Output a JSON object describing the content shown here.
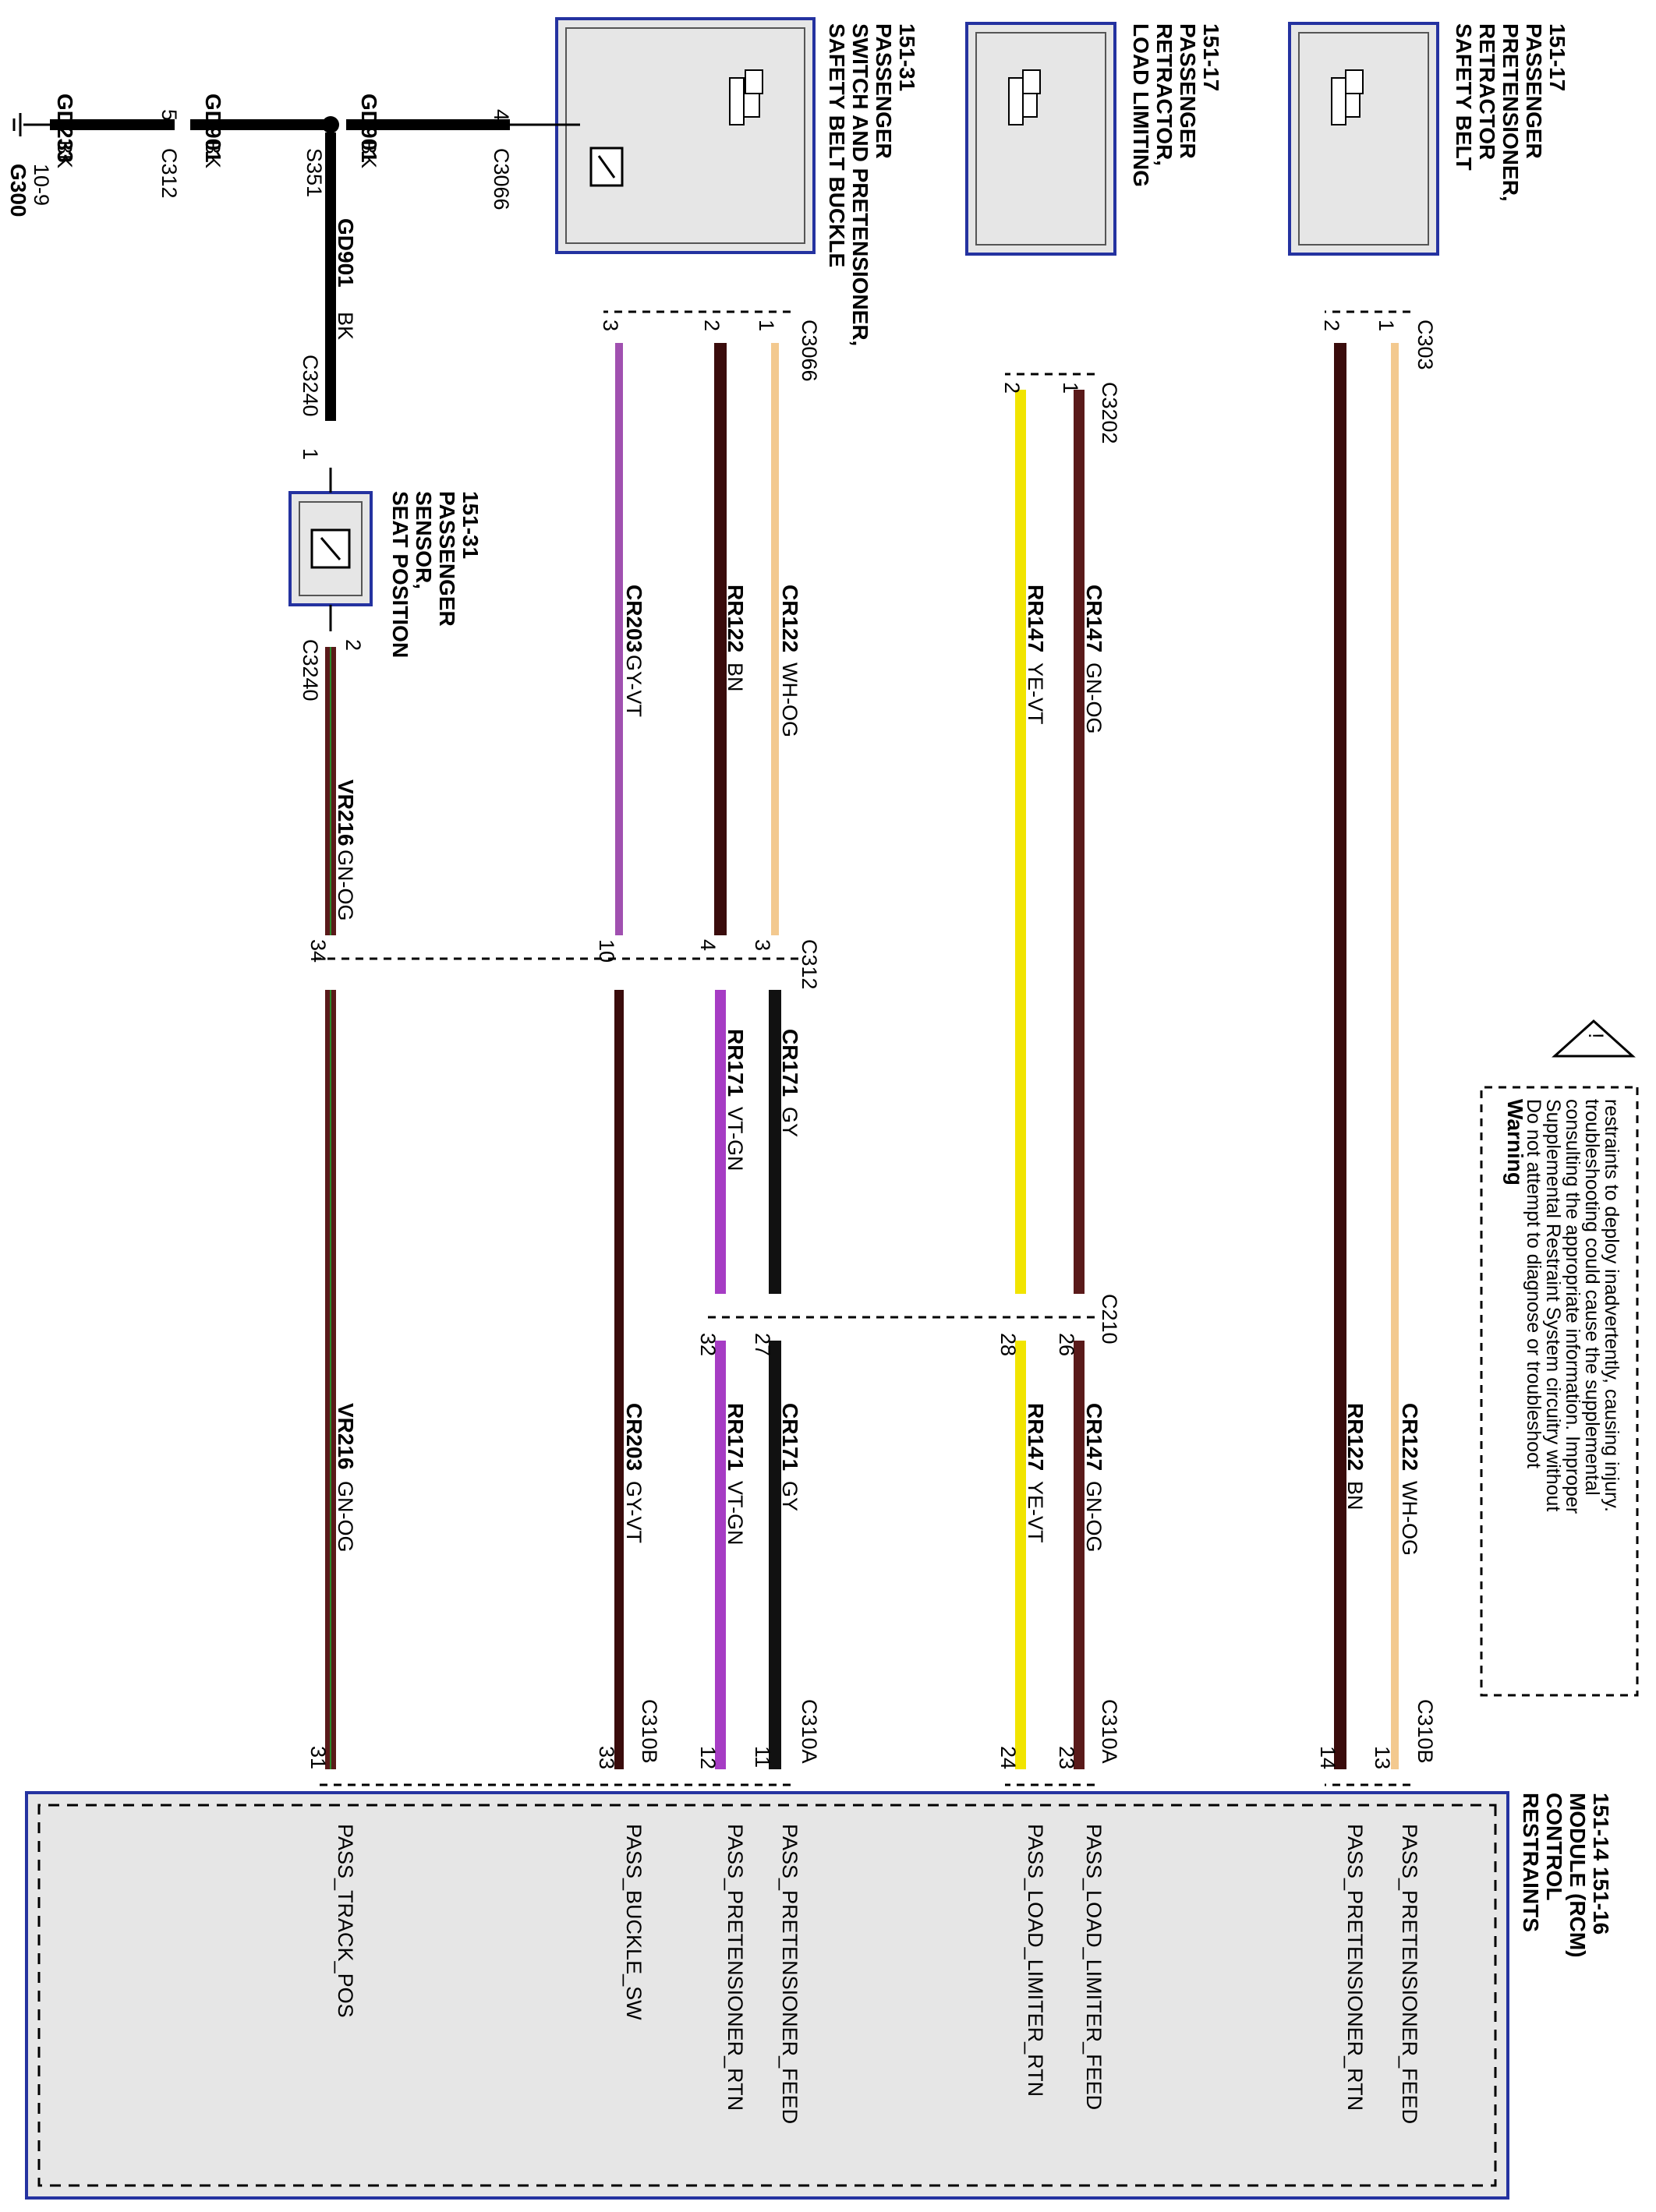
{
  "ground": {
    "gd233": "GD233",
    "gd233_color": "BK",
    "gd901_a": "GD901",
    "gd901_a_color": "BK",
    "gd901_b": "GD901",
    "gd901_b_color": "BK",
    "gd901_c": "GD901",
    "gd901_c_color": "BK",
    "pin5": "5",
    "c312": "C312",
    "pin4": "4",
    "c3066": "C3066",
    "splice": "S351",
    "g300": "G300",
    "g300_ref": "10-9"
  },
  "components": {
    "buckle": {
      "name": "SAFETY BELT BUCKLE SWITCH AND PRETENSIONER, PASSENGER",
      "lines": [
        "SAFETY BELT BUCKLE",
        "SWITCH AND PRETENSIONER,",
        "PASSENGER",
        "151-31"
      ]
    },
    "retractor": {
      "lines": [
        "LOAD LIMITING",
        "RETRACTOR,",
        "PASSENGER",
        "151-17"
      ]
    },
    "pretensioner": {
      "lines": [
        "SAFETY BELT",
        "RETRACTOR",
        "PRETENSIONER,",
        "PASSENGER",
        "151-17"
      ]
    },
    "seat_sensor": {
      "lines": [
        "SEAT POSITION",
        "SENSOR,",
        "PASSENGER",
        "151-31"
      ]
    },
    "rcm": {
      "lines": [
        "RESTRAINTS",
        "CONTROL",
        "MODULE (RCM)",
        "151-14    151-16"
      ]
    }
  },
  "connectors": {
    "c3066": "C3066",
    "c3066_pins": [
      "3",
      "2",
      "1"
    ],
    "c3202": "C3202",
    "c3202_pins": [
      "2",
      "1"
    ],
    "c303": "C303",
    "c303_pins": [
      "2",
      "1"
    ],
    "c3240_top": "C3240",
    "c3240_top_pin": "1",
    "c3240_bot": "C3240",
    "c3240_bot_pin": "2",
    "c312": "C312",
    "c312_pins": [
      "34",
      "10",
      "4",
      "3"
    ],
    "c210": "C210",
    "c210_pins": [
      "32",
      "27",
      "28",
      "26"
    ],
    "c310a_1": "C310A",
    "c310a_2": "C310A",
    "c310b_1": "C310B",
    "c310b_2": "C310B",
    "rcm_pins": [
      "31",
      "33",
      "12",
      "11",
      "24",
      "23",
      "14",
      "13"
    ]
  },
  "wires": {
    "gd901_v": {
      "circuit": "GD901",
      "color": "BK"
    },
    "vr216_a": {
      "circuit": "VR216",
      "color": "GN-OG"
    },
    "vr216_b": {
      "circuit": "VR216",
      "color": "GN-OG"
    },
    "cr203_a": {
      "circuit": "CR203",
      "color": "GY-VT"
    },
    "cr203_b": {
      "circuit": "CR203",
      "color": "GY-VT"
    },
    "rr122_a": {
      "circuit": "RR122",
      "color": "BN"
    },
    "cr122_a": {
      "circuit": "CR122",
      "color": "WH-OG"
    },
    "rr171_a": {
      "circuit": "RR171",
      "color": "VT-GN"
    },
    "cr171_a": {
      "circuit": "CR171",
      "color": "GY"
    },
    "rr171_b": {
      "circuit": "RR171",
      "color": "VT-GN"
    },
    "cr171_b": {
      "circuit": "CR171",
      "color": "GY"
    },
    "rr147_a": {
      "circuit": "RR147",
      "color": "YE-VT"
    },
    "cr147_a": {
      "circuit": "CR147",
      "color": "GN-OG"
    },
    "rr147_b": {
      "circuit": "RR147",
      "color": "YE-VT"
    },
    "cr147_b": {
      "circuit": "CR147",
      "color": "GN-OG"
    },
    "rr122_b": {
      "circuit": "RR122",
      "color": "BN"
    },
    "cr122_b": {
      "circuit": "CR122",
      "color": "WH-OG"
    }
  },
  "rcm_signals": [
    "PASS_TRACK_POS",
    "PASS_BUCKLE_SW",
    "PASS_PRETENSIONER_RTN",
    "PASS_PRETENSIONER_FEED",
    "PASS_LOAD_LIMITER_RTN",
    "PASS_LOAD_LIMITER_FEED",
    "PASS_PRETENSIONER_RTN",
    "PASS_PRETENSIONER_FEED"
  ],
  "warning": {
    "title": "Warning",
    "lines": [
      "Do not attempt to diagnose or troubleshoot",
      "Supplemental Restraint System circuitry without",
      "consulting the appropriate information. Improper",
      "troubleshooting could cause the supplemental",
      "restraints to deploy inadvertently, causing injury."
    ]
  },
  "colors": {
    "black": "#000000",
    "brown": "#3a0c0c",
    "white_orange": "#f3c98f",
    "gray_violet": "#a050b0",
    "violet_green": "#a63cc4",
    "gray": "#111111",
    "yellow_violet": "#f1e400",
    "green_orange": "#5a1a1a",
    "component_fill": "#e6e6e6",
    "frame_blue": "#2432a0"
  }
}
